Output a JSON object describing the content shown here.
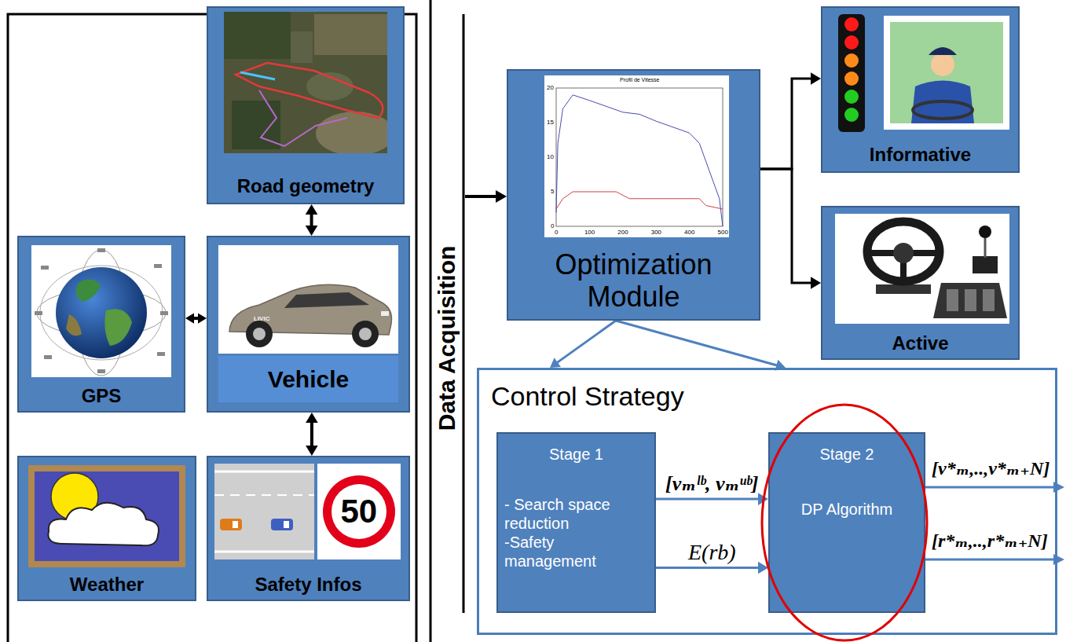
{
  "diagram": {
    "nodes": [
      {
        "text": [
          "Road geometry"
        ]
      },
      {
        "text": [
          "GPS"
        ]
      },
      {
        "text": [
          "Vehicle"
        ]
      },
      {
        "text": [
          "Weather"
        ]
      },
      {
        "text": [
          "Safety Infos"
        ]
      },
      {
        "text": [
          "Optimization Module"
        ]
      },
      {
        "text": [
          "Informative"
        ]
      },
      {
        "text": [
          "Active"
        ]
      },
      {
        "text": [
          "Control Strategy"
        ]
      },
      {
        "text": [
          "Stage 1",
          "- Search space reduction",
          "-Safety management"
        ],
        "in": 8
      },
      {
        "text": [
          "Stage 2",
          "DP Algorithm"
        ],
        "in": 8
      }
    ],
    "edges": [
      {
        "from": 0,
        "to": 2,
        "arrow": "both"
      },
      {
        "from": 1,
        "to": 2,
        "arrow": "both"
      },
      {
        "from": 2,
        "to": 4,
        "arrow": "both"
      },
      {
        "from": 5,
        "to": 6,
        "arrow": "to"
      },
      {
        "from": 5,
        "to": 7,
        "arrow": "to"
      },
      {
        "from": 5,
        "to": 8,
        "arrow": "to"
      },
      {
        "from": 5,
        "to": 8,
        "arrow": "to"
      },
      {
        "from": 9,
        "to": 10,
        "arrow": "to",
        "label": "[vₘˡᵇ, vₘᵘᵇ]"
      },
      {
        "from": 9,
        "to": 10,
        "arrow": "to",
        "label": "E(rb)"
      }
    ],
    "labels": [
      "Data Acquisition",
      "Profil de Vitesse",
      "20",
      "15",
      "10",
      "5",
      "0",
      "0",
      "100",
      "200",
      "300",
      "400",
      "500",
      "LIVIC",
      "50",
      "[v*ₘ,..,v*ₘ₊N]",
      "[r*ₘ,..,r*ₘ₊N]"
    ]
  }
}
